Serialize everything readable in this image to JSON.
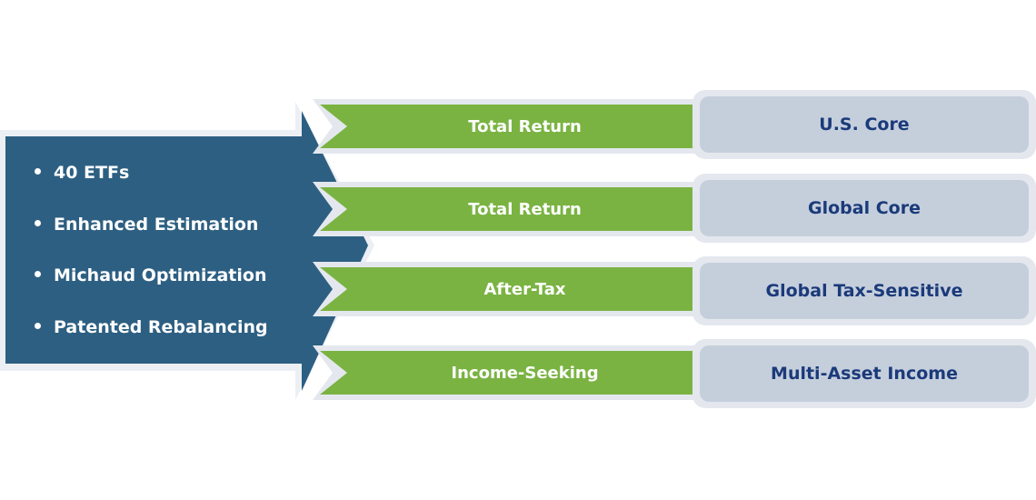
{
  "colors": {
    "blue": "#2d5f82",
    "green": "#7ab342",
    "box": "#c5cfdc",
    "box_text": "#1b3a7a",
    "outline": "#e4e8ee"
  },
  "source": {
    "bullets": [
      "40 ETFs",
      "Enhanced Estimation",
      "Michaud Optimization",
      "Patented Rebalancing"
    ]
  },
  "rows": [
    {
      "objective": "Total Return",
      "portfolio": "U.S. Core"
    },
    {
      "objective": "Total Return",
      "portfolio": "Global Core"
    },
    {
      "objective": "After-Tax",
      "portfolio": "Global Tax-Sensitive"
    },
    {
      "objective": "Income-Seeking",
      "portfolio": "Multi-Asset Income"
    }
  ]
}
